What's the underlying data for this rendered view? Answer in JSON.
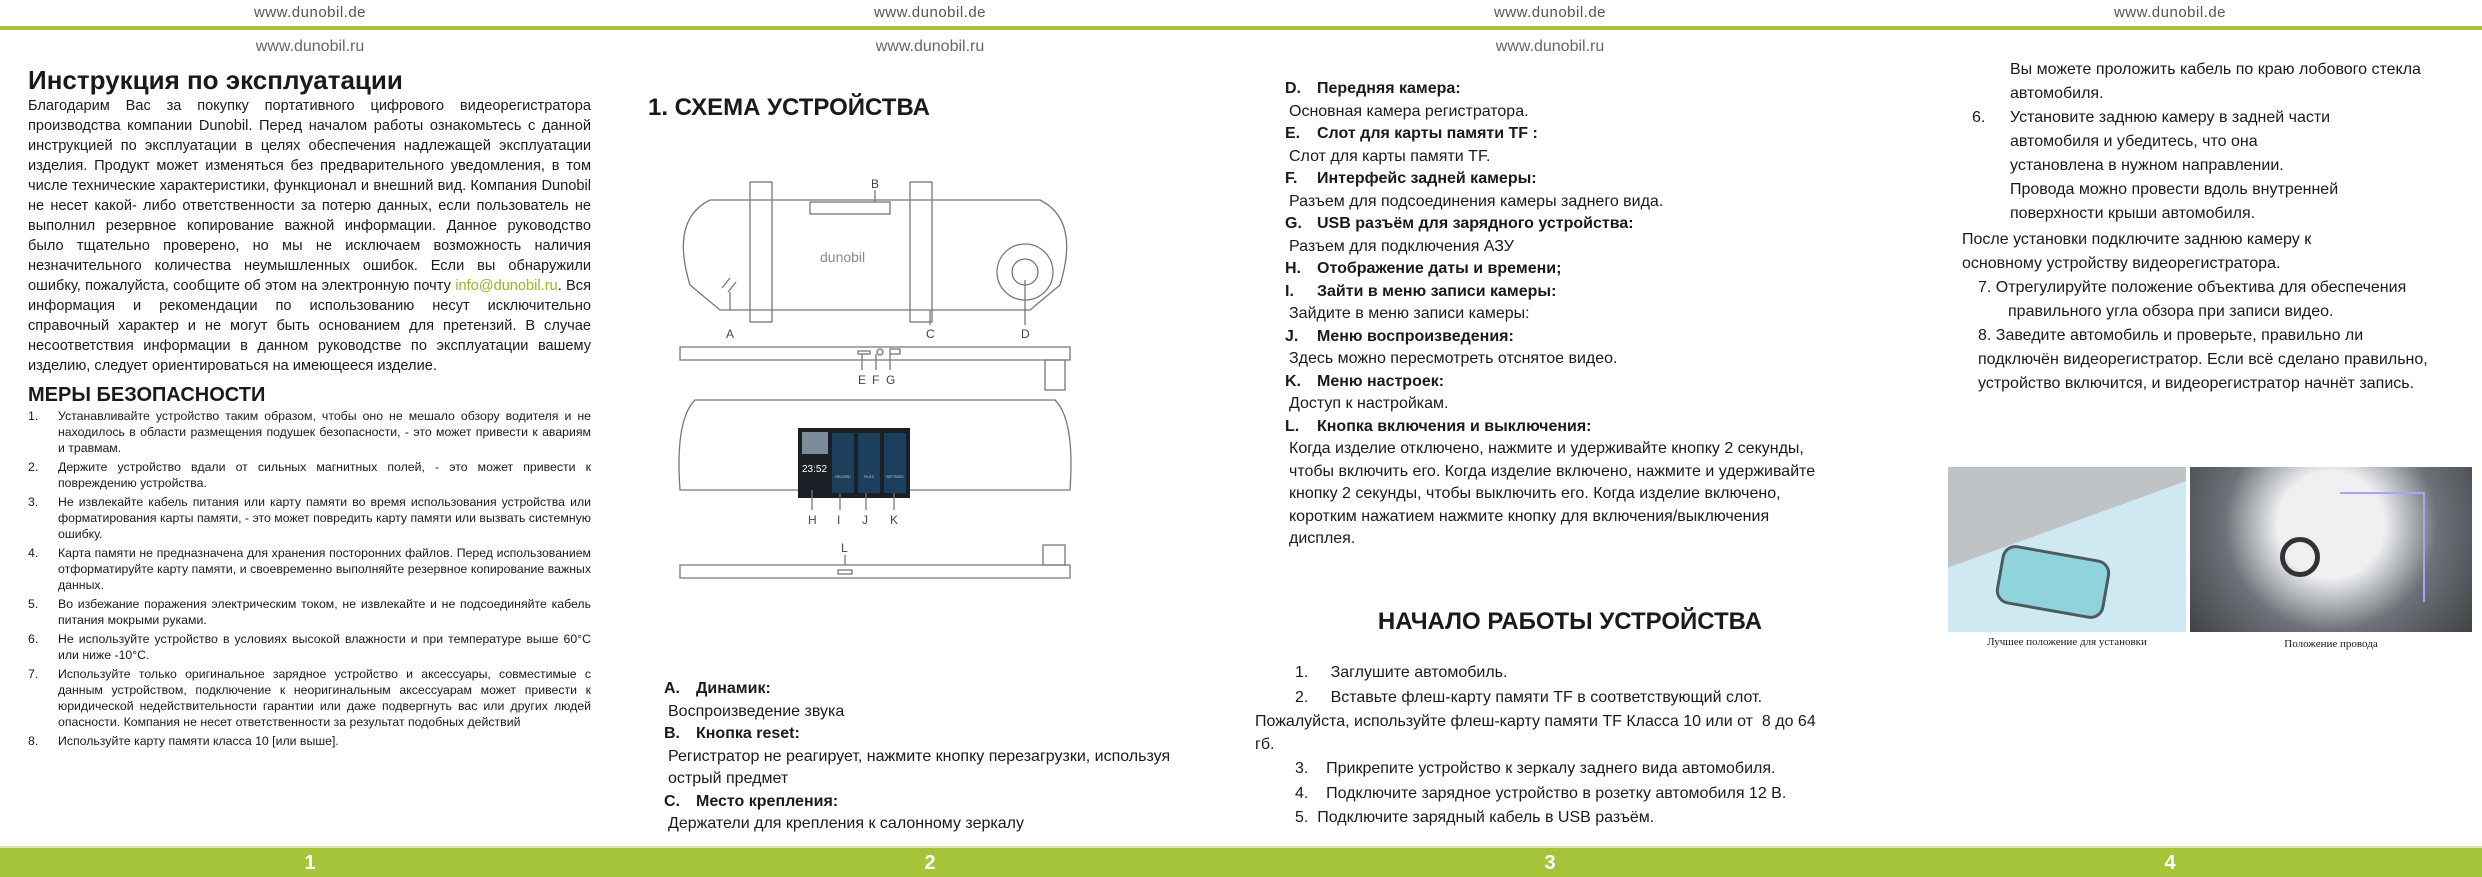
{
  "header": {
    "url_de": "www.dunobil.de",
    "url_ru": "www.dunobil.ru"
  },
  "footer": {
    "pages": [
      "1",
      "2",
      "3",
      "4"
    ]
  },
  "page1": {
    "title": "Инструкция по эксплуатации",
    "intro_a": "Благодарим Вас за покупку портативного цифрового видеорегистратора производства компании Dunobil. Перед началом работы ознакомьтесь с данной инструкцией по эксплуатации в целях обеспечения надлежащей эксплуатации изделия. Продукт может изменяться без предварительного уведомления, в том числе технические характеристики, функционал и внешний вид. Компания Dunobil не несет какой- либо ответственности за потерю данных, если пользователь не выполнил резервное копирование важной информации. Данное руководство было тщательно проверено, но мы не исключаем возможность наличия незначительного количества неумышленных ошибок. Если вы обнаружили ошибку, пожалуйста, сообщите об этом на электронную почту ",
    "email": "info@dunobil.ru",
    "intro_b": ". Вся информация и рекомендации по использованию несут исключительно справочный характер и не могут быть основанием для претензий. В случае несоответствия информации в данном руководстве по эксплуатации вашему изделию, следует ориентироваться на имеющееся изделие.",
    "safety_title": "МЕРЫ БЕЗОПАСНОСТИ",
    "safety": [
      {
        "n": "1.",
        "text": "Устанавливайте устройство таким образом, чтобы оно не мешало обзору водителя и не находилось в области размещения подушек безопасности, - это может привести к авариям и травмам."
      },
      {
        "n": "2.",
        "text": "Держите устройство вдали от сильных магнитных полей, - это может привести к повреждению устройства."
      },
      {
        "n": "3.",
        "text": "Не извлекайте кабель питания или карту памяти во время использования устройства или форматирования карты памяти, - это может повредить карту памяти или вызвать системную ошибку."
      },
      {
        "n": "4.",
        "text": "Карта памяти не предназначена для хранения посторонних файлов. Перед использованием отформатируйте карту памяти, и своевременно выполняйте резервное копирование важных данных."
      },
      {
        "n": "5.",
        "text": "Во избежание поражения электрическим током, не извлекайте и не подсоединяйте кабель питания мокрыми руками."
      },
      {
        "n": "6.",
        "text": "Не используйте устройство в условиях высокой влажности и при температуре выше 60°C или ниже -10°C."
      },
      {
        "n": "7.",
        "text": "Используйте только оригинальное зарядное устройство и аксессуары, совместимые с данным устройством, подключение к неоригинальным аксессуарам может привести к юридической недействительности гарантии или даже подвергнуть вас или других людей опасности. Компания не несет ответственности за результат подобных действий"
      },
      {
        "n": "8.",
        "text": "Используйте карту памяти класса 10 [или выше]."
      }
    ]
  },
  "page2": {
    "title": "1. СХЕМА УСТРОЙСТВА",
    "diagram": {
      "brand": "dunobil",
      "labels": [
        "A",
        "B",
        "C",
        "D",
        "E",
        "F",
        "G",
        "H",
        "I",
        "J",
        "K",
        "L"
      ],
      "screen": {
        "time": "23:52",
        "buttons": [
          "RECORD",
          "FILES",
          "SETTINGS"
        ]
      }
    },
    "parts": [
      {
        "letter": "A.",
        "title": "Динамик:",
        "desc": "Воспроизведение звука"
      },
      {
        "letter": "B.",
        "title": "Кнопка reset:",
        "desc": "Регистратор не реагирует, нажмите кнопку перезагрузки, используя острый предмет"
      },
      {
        "letter": "C.",
        "title": "Место крепления:",
        "desc": "Держатели для крепления к салонному зеркалу"
      }
    ]
  },
  "page3": {
    "parts": [
      {
        "letter": "D.",
        "title": "Передняя камера:",
        "desc": "Основная камера регистратора."
      },
      {
        "letter": "E.",
        "title": "Слот для карты памяти TF :",
        "desc": "Слот для карты памяти TF."
      },
      {
        "letter": "F.",
        "title": "Интерфейс задней камеры:",
        "desc": "Разъем для подсоединения камеры заднего вида."
      },
      {
        "letter": "G.",
        "title": "USB разъём для зарядного устройства:",
        "desc": "Разъем для подключения АЗУ"
      },
      {
        "letter": "H.",
        "title": "Отображение даты и времени;",
        "desc": ""
      },
      {
        "letter": "I.",
        "title": "Зайти в меню записи камеры:",
        "desc": "Зайдите в меню записи камеры:"
      },
      {
        "letter": "J.",
        "title": "Меню воспроизведения:",
        "desc": "Здесь можно пересмотреть отснятое видео."
      },
      {
        "letter": "K.",
        "title": "Меню настроек:",
        "desc": "Доступ к настройкам."
      },
      {
        "letter": "L.",
        "title": "Кнопка включения и выключения:",
        "desc": "Когда изделие отключено, нажмите и удерживайте кнопку 2 секунды, чтобы включить его. Когда изделие включено, нажмите и удерживайте кнопку 2 секунды, чтобы выключить его. Когда изделие включено, коротким нажатием нажмите кнопку для включения/выключения дисплея."
      }
    ],
    "start_title": "НАЧАЛО РАБОТЫ УСТРОЙСТВА",
    "steps": [
      "1.     Заглушите автомобиль.",
      "2.     Вставьте флеш-карту памяти TF в соответствующий слот.",
      "Пожалуйста, используйте флеш-карту памяти TF Класса 10 или от  8 до 64 гб.",
      "3.    Прикрепите устройство к зеркалу заднего вида автомобиля.",
      "4.    Подключите зарядное устройство в розетку автомобиля 12 В.",
      "5.  Подключите зарядный кабель в USB разъём."
    ]
  },
  "page4": {
    "cont": "Вы можете проложить кабель по краю лобового стекла автомобиля.",
    "step6_n": "6.",
    "step6": "Установите заднюю камеру в задней части автомобиля и убедитесь, что она установлена в нужном направлении. Провода можно провести вдоль внутренней поверхности крыши автомобиля.",
    "after": "После установки подключите заднюю камеру к основному устройству видеорегистратора.",
    "step7": "7. Отрегулируйте положение  объектива для обеспечения правильного угла обзора при записи видео.",
    "step8": "8.    Заведите автомобиль и проверьте, правильно ли подключён видеорегистратор. Если всё сделано правильно, устройство включится, и видеорегистратор начнёт запись.",
    "photo1_caption": "Лучшее положение для установки",
    "photo2_caption": "Положение провода"
  }
}
